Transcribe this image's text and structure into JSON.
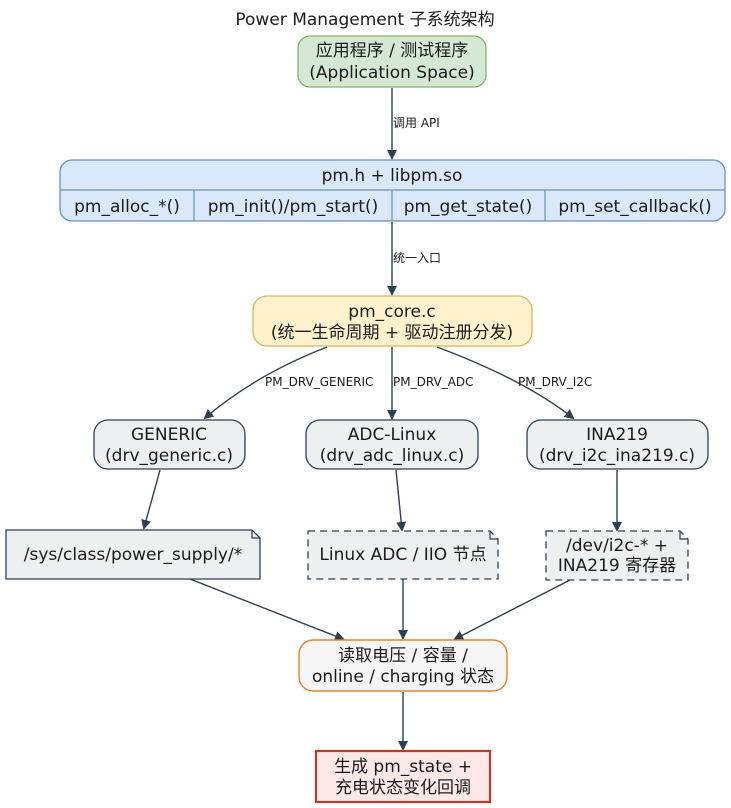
{
  "title": "Power Management 子系统架构",
  "nodes": {
    "app": {
      "line1": "应用程序 / 测试程序",
      "line2": "(Application Space)",
      "fill": "#d5e8d4",
      "stroke": "#82b366"
    },
    "lib": {
      "title": "pm.h + libpm.so",
      "cells": [
        "pm_alloc_*()",
        "pm_init()/pm_start()",
        "pm_get_state()",
        "pm_set_callback()"
      ],
      "fill": "#dae8fc",
      "stroke": "#6c8ebf"
    },
    "core": {
      "line1": "pm_core.c",
      "line2": "(统一生命周期 + 驱动注册分发)",
      "fill": "#fff2cc",
      "stroke": "#d6b656"
    },
    "generic": {
      "line1": "GENERIC",
      "line2": "(drv_generic.c)"
    },
    "adc": {
      "line1": "ADC-Linux",
      "line2": "(drv_adc_linux.c)"
    },
    "ina": {
      "line1": "INA219",
      "line2": "(drv_i2c_ina219.c)"
    },
    "sysfs": {
      "line1": "/sys/class/power_supply/*"
    },
    "iio": {
      "line1": "Linux ADC / IIO 节点"
    },
    "i2cdev": {
      "line1": "/dev/i2c-* +",
      "line2": "INA219 寄存器"
    },
    "read": {
      "line1": "读取电压 / 容量 /",
      "line2": "online / charging 状态",
      "fill": "#f5f5f5",
      "stroke": "#e6822e"
    },
    "gen": {
      "line1": "生成 pm_state +",
      "line2": "充电状态变化回调",
      "fill": "#fde8e8",
      "stroke": "#c0392b"
    }
  },
  "edges": {
    "app_lib": "调用 API",
    "lib_core": "统一入口",
    "core_generic": "PM_DRV_GENERIC",
    "core_adc": "PM_DRV_ADC",
    "core_ina": "PM_DRV_I2C"
  },
  "colors": {
    "driver_fill": "#ecf0f1",
    "driver_stroke": "#2f3f52",
    "edge": "#2f3f52"
  }
}
